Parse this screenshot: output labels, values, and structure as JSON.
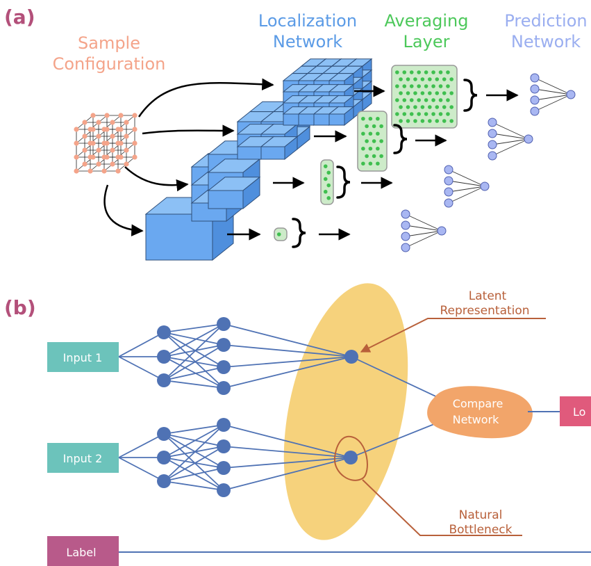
{
  "panel_a": {
    "label": "(a)",
    "sample": {
      "line1": "Sample",
      "line2": "Configuration"
    },
    "localization": {
      "line1": "Localization",
      "line2": "Network"
    },
    "averaging": {
      "line1": "Averaging",
      "line2": "Layer"
    },
    "prediction": {
      "line1": "Prediction",
      "line2": "Network"
    }
  },
  "panel_b": {
    "label": "(b)",
    "input1": "Input 1",
    "input2": "Input 2",
    "label_box": "Label",
    "compare": {
      "line1": "Compare",
      "line2": "Network"
    },
    "latent": {
      "line1": "Latent",
      "line2": "Representation"
    },
    "bottleneck": {
      "line1": "Natural",
      "line2": "Bottleneck"
    },
    "loss_box": "Lo"
  },
  "colors": {
    "panel_label": "#b3507a",
    "sample": "#f4a48a",
    "localization": "#5b9be6",
    "averaging": "#4cc85a",
    "prediction": "#9aaef0",
    "cube_face": "#6aa8f0",
    "cube_edge": "#2f4f7a",
    "avg_fill": "#cdebc9",
    "avg_dot": "#3fbf4f",
    "pred_node": "#a9b7f2",
    "input_box": "#6cc3bb",
    "label_box": "#b85a8a",
    "loss_box": "#e05a7c",
    "node": "#4f72b4",
    "latent_ellipse": "#f6d27c",
    "compare": "#f2a56a",
    "annotation": "#b8603a"
  }
}
